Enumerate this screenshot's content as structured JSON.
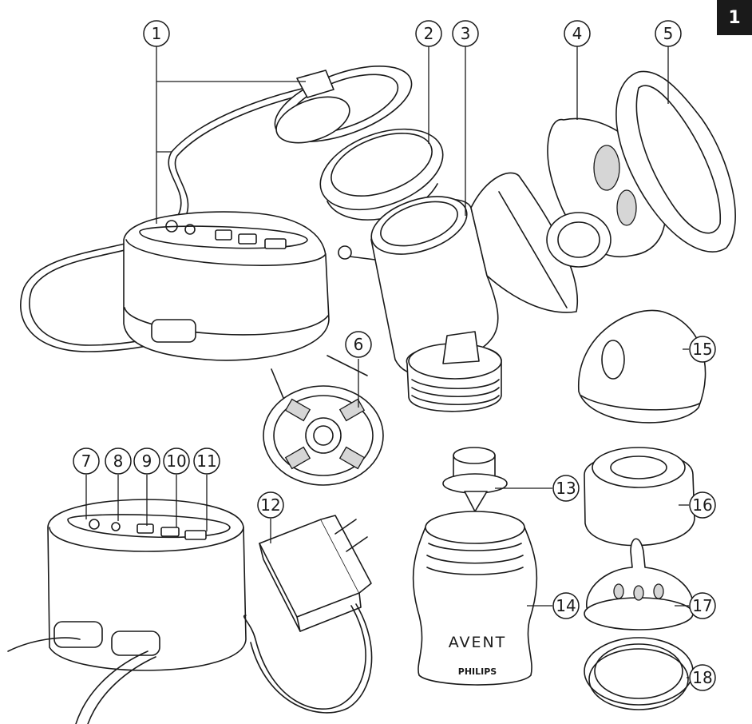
{
  "page_tab": "1",
  "callouts": [
    "1",
    "2",
    "3",
    "4",
    "5",
    "6",
    "7",
    "8",
    "9",
    "10",
    "11",
    "12",
    "13",
    "14",
    "15",
    "16",
    "17",
    "18"
  ],
  "bottle_brand": "AVENT",
  "bottle_maker": "PHILIPS"
}
